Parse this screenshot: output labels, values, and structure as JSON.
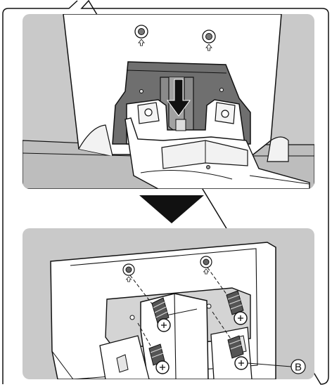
{
  "callout": {
    "part_label": "B"
  },
  "colors": {
    "panel_background": "#c9c9c9",
    "line": "#111111",
    "dark_plate": "#6f6f6f",
    "arrow_fill": "#111111",
    "tv_body": "#ffffff"
  },
  "steps": [
    {
      "name": "attach-stand-step",
      "icon": "down-arrow-icon"
    },
    {
      "name": "fasten-screws-step",
      "icon": "screw-icon"
    }
  ]
}
